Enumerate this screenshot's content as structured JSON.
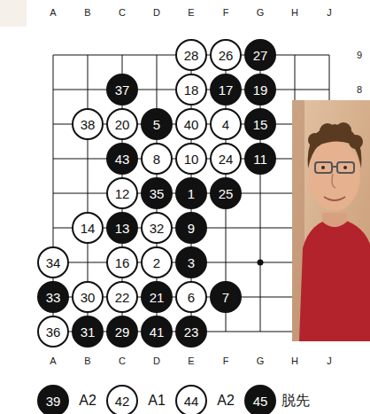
{
  "diagram": {
    "nodes": [
      {
        "text": [
          "28"
        ]
      },
      {
        "text": [
          "26"
        ]
      },
      {
        "text": [
          "27"
        ]
      },
      {
        "text": [
          "37"
        ]
      },
      {
        "text": [
          "18"
        ]
      },
      {
        "text": [
          "17"
        ]
      },
      {
        "text": [
          "19"
        ]
      },
      {
        "text": [
          "38"
        ]
      },
      {
        "text": [
          "20"
        ]
      },
      {
        "text": [
          "5"
        ]
      },
      {
        "text": [
          "40"
        ]
      },
      {
        "text": [
          "4"
        ]
      },
      {
        "text": [
          "15"
        ]
      },
      {
        "text": [
          "43"
        ]
      },
      {
        "text": [
          "8"
        ]
      },
      {
        "text": [
          "10"
        ]
      },
      {
        "text": [
          "24"
        ]
      },
      {
        "text": [
          "11"
        ]
      },
      {
        "text": [
          "12"
        ]
      },
      {
        "text": [
          "35"
        ]
      },
      {
        "text": [
          "1"
        ]
      },
      {
        "text": [
          "25"
        ]
      },
      {
        "text": [
          "14"
        ]
      },
      {
        "text": [
          "13"
        ]
      },
      {
        "text": [
          "32"
        ]
      },
      {
        "text": [
          "9"
        ]
      },
      {
        "text": [
          "34"
        ]
      },
      {
        "text": [
          "16"
        ]
      },
      {
        "text": [
          "2"
        ]
      },
      {
        "text": [
          "3"
        ]
      },
      {
        "text": [
          "33"
        ]
      },
      {
        "text": [
          "30"
        ]
      },
      {
        "text": [
          "22"
        ]
      },
      {
        "text": [
          "21"
        ]
      },
      {
        "text": [
          "6"
        ]
      },
      {
        "text": [
          "7"
        ]
      },
      {
        "text": [
          "36"
        ]
      },
      {
        "text": [
          "31"
        ]
      },
      {
        "text": [
          "29"
        ]
      },
      {
        "text": [
          "41"
        ]
      },
      {
        "text": [
          "23"
        ]
      },
      {
        "text": [
          "39"
        ]
      },
      {
        "text": [
          "42"
        ]
      },
      {
        "text": [
          "44"
        ]
      },
      {
        "text": [
          "45"
        ]
      }
    ],
    "labels": [
      "A",
      "B",
      "C",
      "D",
      "E",
      "F",
      "G",
      "H",
      "J",
      "9",
      "8",
      "A",
      "B",
      "C",
      "D",
      "E",
      "F",
      "G",
      "H",
      "J",
      "A2",
      "A1",
      "A2",
      "脱先"
    ]
  }
}
